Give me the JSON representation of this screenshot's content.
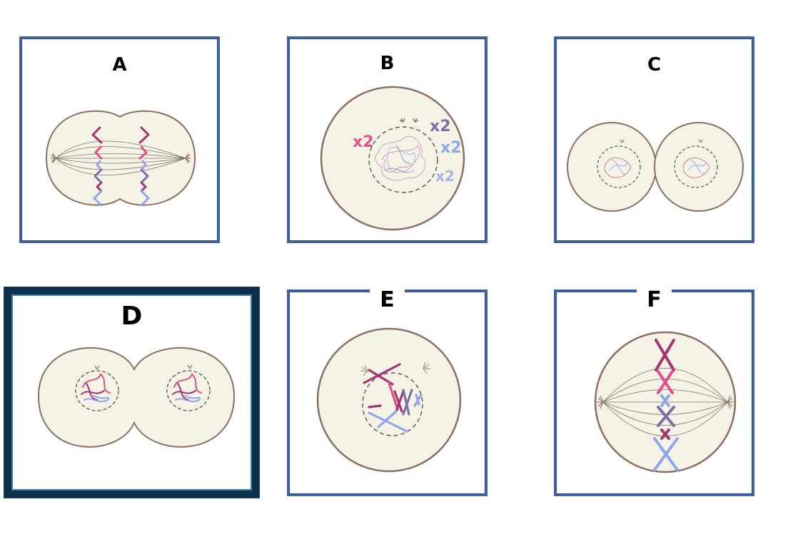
{
  "panels": [
    {
      "id": "A",
      "label": "A"
    },
    {
      "id": "B",
      "label": "B",
      "multipliers": [
        "x2",
        "x2",
        "x2",
        "x2"
      ]
    },
    {
      "id": "C",
      "label": "C"
    },
    {
      "id": "D",
      "label": "D",
      "selected": true
    },
    {
      "id": "E",
      "label": "E"
    },
    {
      "id": "F",
      "label": "F"
    }
  ],
  "colors": {
    "border": "#3f63a6",
    "selected_border": "#0e2f4a",
    "cell_fill": "#f5f2e6",
    "cell_stroke": "#8c6e66",
    "chrom_pink": "#e0508a",
    "chrom_magenta": "#a3346f",
    "chrom_purple": "#7a6fa6",
    "chrom_blue": "#8fa6ec"
  }
}
